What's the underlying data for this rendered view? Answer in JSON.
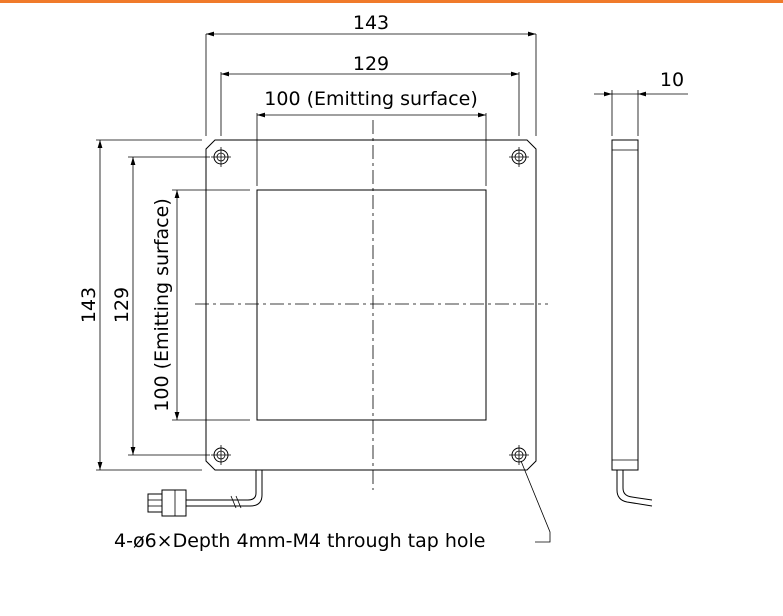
{
  "colors": {
    "accent": "#f07a2a",
    "line": "#000000",
    "background": "#ffffff"
  },
  "dimensions": {
    "outer_width": "143",
    "hole_pitch_width": "129",
    "emitting_width": "100 (Emitting surface)",
    "outer_height": "143",
    "hole_pitch_height": "129",
    "emitting_height": "100 (Emitting surface)",
    "thickness": "10"
  },
  "note": "4-ø6×Depth 4mm-M4 through tap hole"
}
